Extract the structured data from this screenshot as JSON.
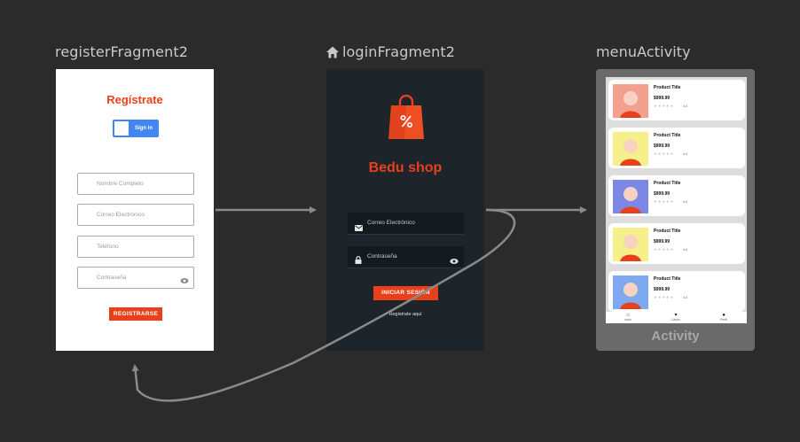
{
  "destinations": {
    "register_label": "registerFragment2",
    "login_label": "loginFragment2",
    "menu_label": "menuActivity"
  },
  "register": {
    "title": "Regístrate",
    "google_button": "Sign in",
    "fields": [
      "Nombre Completo",
      "Correo Electrónico",
      "Teléfono",
      "Contraseña"
    ],
    "submit": "REGISTRARSE"
  },
  "login": {
    "brand": "Bedu shop",
    "email_placeholder": "Correo Electrónico",
    "password_placeholder": "Contraseña",
    "submit": "INICIAR SESIÓN",
    "register_link": "Registrate aqui"
  },
  "menu": {
    "activity_label": "Activity",
    "products": [
      {
        "title": "Product Title",
        "price": "$999.99",
        "stars": "★★★★★",
        "rating": "4.4",
        "bg": "#f4a090"
      },
      {
        "title": "Product Title",
        "price": "$999.99",
        "stars": "★★★★★",
        "rating": "4.4",
        "bg": "#f6f08a"
      },
      {
        "title": "Product Title",
        "price": "$999.99",
        "stars": "★★★★★",
        "rating": "4.4",
        "bg": "#7d88e6"
      },
      {
        "title": "Product Title",
        "price": "$999.99",
        "stars": "★★★★★",
        "rating": "4.4",
        "bg": "#f6f08a"
      },
      {
        "title": "Product Title",
        "price": "$999.99",
        "stars": "★★★★★",
        "rating": "4.4",
        "bg": "#7ea8f0"
      }
    ],
    "nav": [
      {
        "icon": "home-icon",
        "label": "Inicio"
      },
      {
        "icon": "cart-icon",
        "label": "Carrito"
      },
      {
        "icon": "person-icon",
        "label": "Perfil"
      }
    ]
  },
  "colors": {
    "background": "#2b2b2c",
    "accent": "#e8401c",
    "edge": "#8a8a8a",
    "login_bg": "#1d252b"
  }
}
